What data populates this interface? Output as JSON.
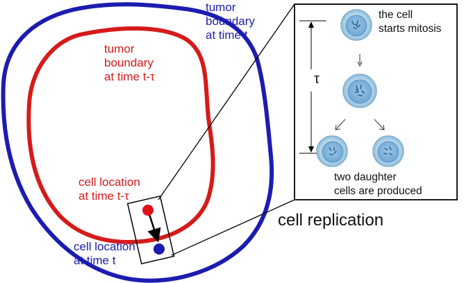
{
  "labels": {
    "tumor_t_l1": "tumor",
    "tumor_t_l2": "boundary",
    "tumor_t_l3": "at time t",
    "tumor_tt_l1": "tumor",
    "tumor_tt_l2": "boundary",
    "tumor_tt_l3": "at time t-τ",
    "cell_tt_l1": "cell location",
    "cell_tt_l2": "at time t-τ",
    "cell_t_l1": "cell location",
    "cell_t_l2": "at time t",
    "starts_l1": "the cell",
    "starts_l2": "starts mitosis",
    "tau": "τ",
    "daughters_l1": "two daughter",
    "daughters_l2": "cells are produced",
    "replication": "cell replication"
  },
  "colors": {
    "blue": "#1c1cb0",
    "red": "#d61a1a",
    "cell_fill": "#a9cfe6",
    "cell_ring": "#7fb1d3"
  }
}
